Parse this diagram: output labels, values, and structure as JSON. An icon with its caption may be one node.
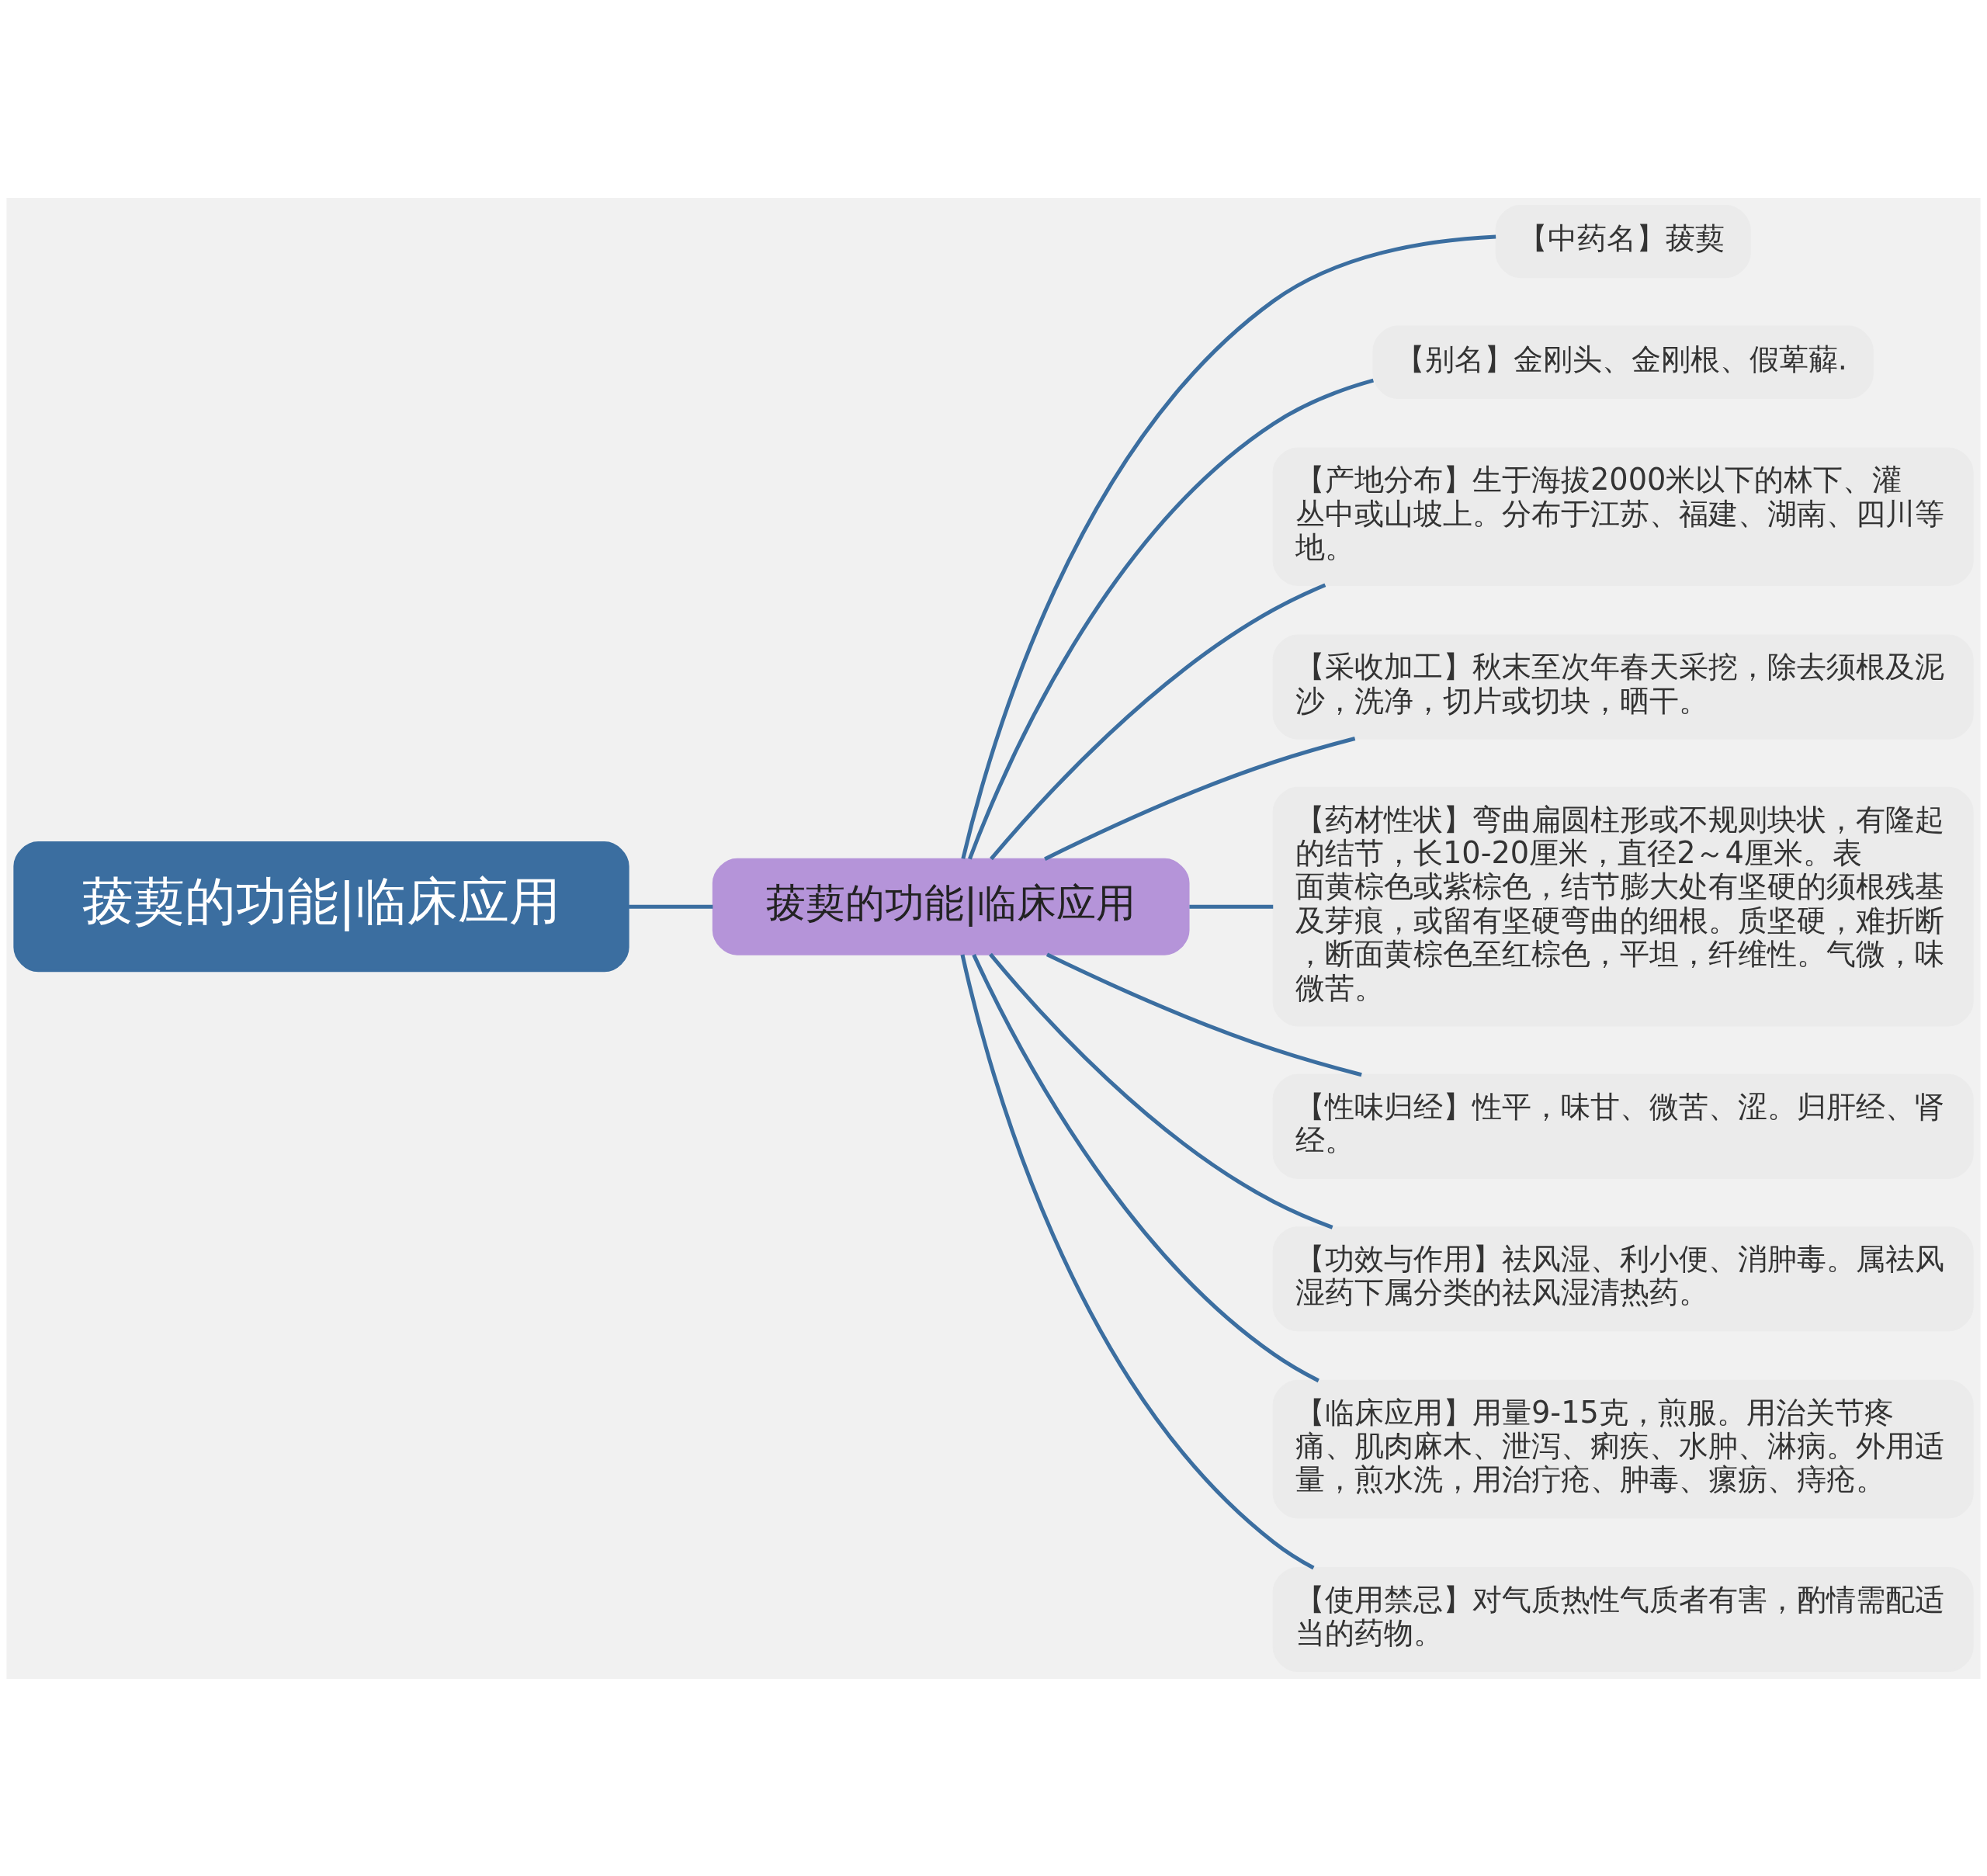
{
  "diagram": {
    "nodes": [
      {
        "text": [
          "菝葜的功能|临床应用"
        ]
      },
      {
        "text": [
          "菝葜的功能|临床应用"
        ]
      },
      {
        "text": [
          "【中药名】菝葜"
        ]
      },
      {
        "text": [
          "【别名】金刚头、金刚根、假萆薢."
        ]
      },
      {
        "text": [
          "【产地分布】生于海拔2000米以下的林下、灌丛中或山坡上。分布于江苏、福建、湖南、四川等地。"
        ]
      },
      {
        "text": [
          "【采收加工】秋末至次年春天采挖，除去须根及泥沙，洗净，切片或切块，晒干。"
        ]
      },
      {
        "text": [
          "【药材性状】弯曲扁圆柱形或不规则块状，有隆起的结节，长10-20厘米，直径2～4厘米。表面黄棕色或紫棕色，结节膨大处有坚硬的须根残基及芽痕，或留有坚硬弯曲的细根。质坚硬，难折断，断面黄棕色至红棕色，平坦，纤维性。气微，味微苦。"
        ]
      },
      {
        "text": [
          "【性味归经】性平，味甘、微苦、涩。归肝经、肾经。"
        ]
      },
      {
        "text": [
          "【功效与作用】祛风湿、利小便、消肿毒。属祛风湿药下属分类的祛风湿清热药。"
        ]
      },
      {
        "text": [
          "【临床应用】用量9-15克，煎服。用治关节疼痛、肌肉麻木、泄泻、痢疾、水肿、淋病。外用适量，煎水洗，用治疔疮、肿毒、瘰疬、痔疮。"
        ]
      },
      {
        "text": [
          "【使用禁忌】对气质热性气质者有害，酌情需配适当的药物。"
        ]
      }
    ],
    "edges": [
      {
        "from": 0,
        "to": 1,
        "arrow": "none"
      },
      {
        "from": 1,
        "to": 2,
        "arrow": "none"
      },
      {
        "from": 1,
        "to": 3,
        "arrow": "none"
      },
      {
        "from": 1,
        "to": 4,
        "arrow": "none"
      },
      {
        "from": 1,
        "to": 5,
        "arrow": "none"
      },
      {
        "from": 1,
        "to": 6,
        "arrow": "none"
      },
      {
        "from": 1,
        "to": 7,
        "arrow": "none"
      },
      {
        "from": 1,
        "to": 8,
        "arrow": "none"
      },
      {
        "from": 1,
        "to": 9,
        "arrow": "none"
      },
      {
        "from": 1,
        "to": 10,
        "arrow": "none"
      }
    ]
  }
}
